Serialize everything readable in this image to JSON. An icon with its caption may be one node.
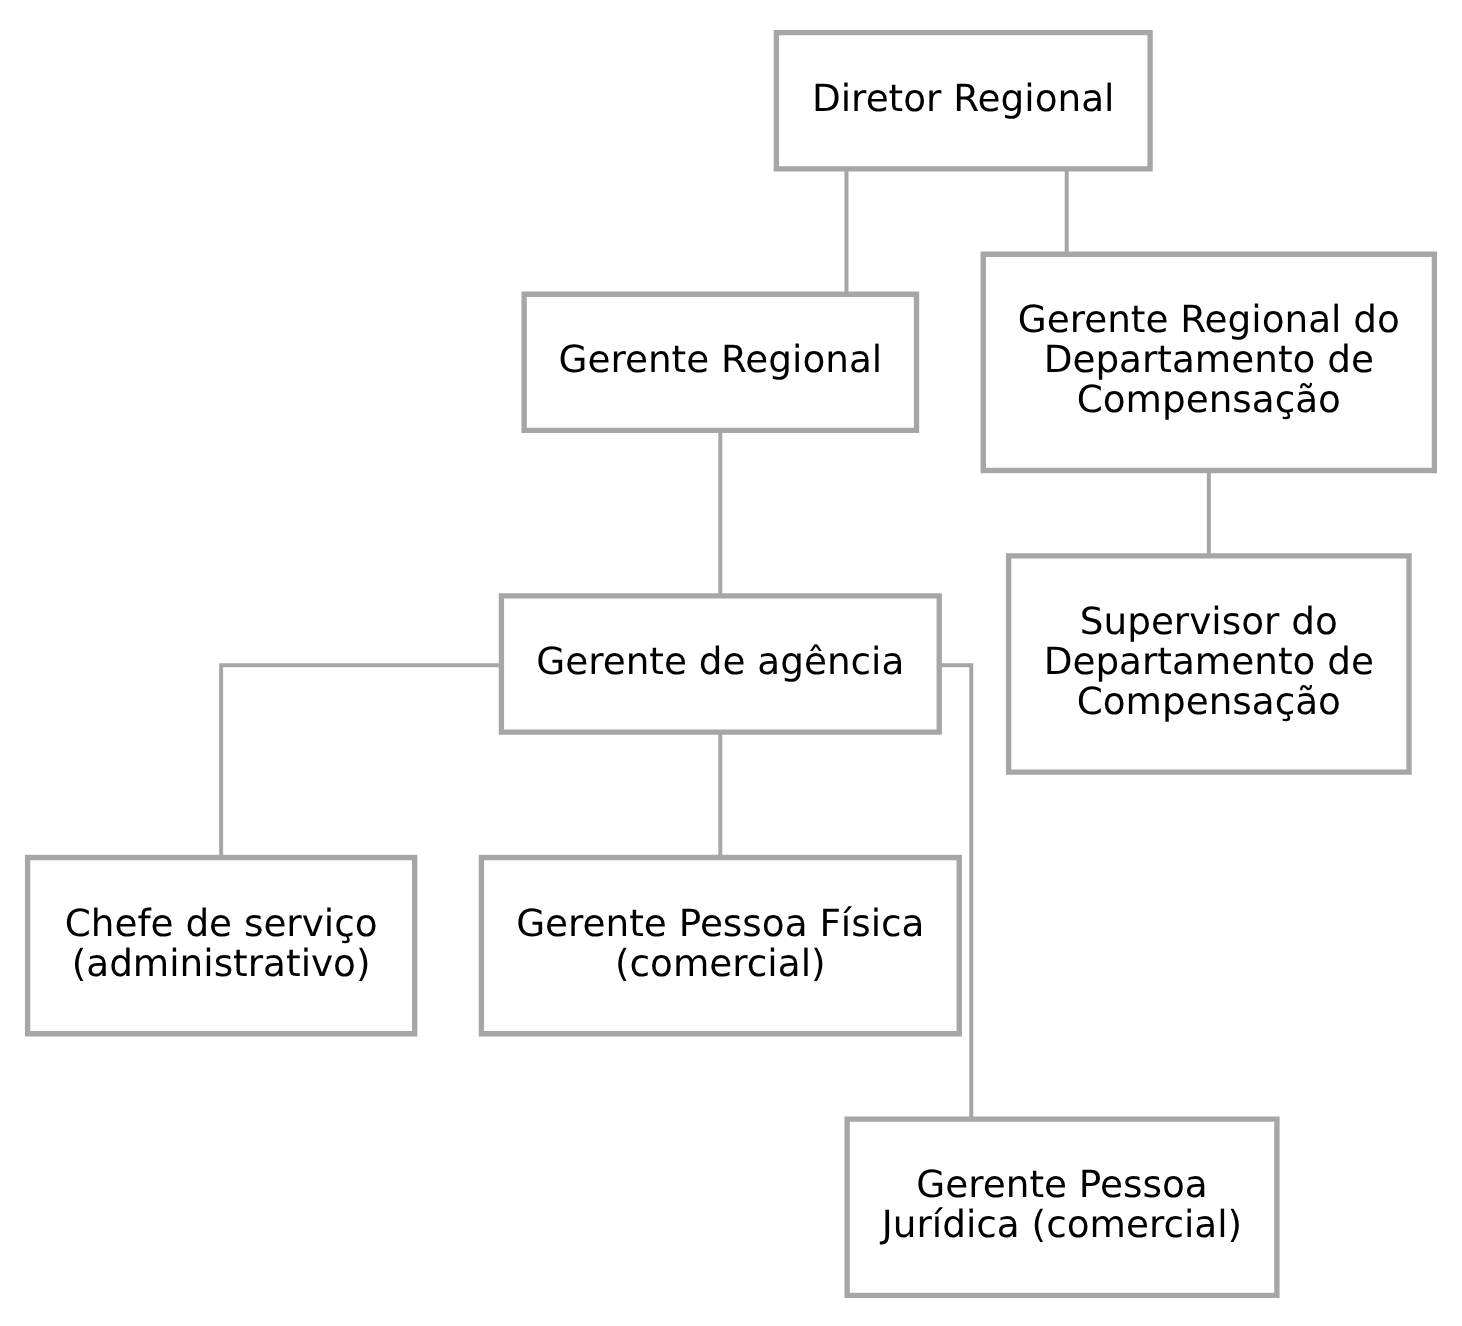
{
  "diagram": {
    "nodes": [
      {
        "text": [
          "Diretor Regional"
        ]
      },
      {
        "text": [
          "Gerente Regional"
        ]
      },
      {
        "text": [
          "Gerente Regional do Departamento de Compensação"
        ]
      },
      {
        "text": [
          "Gerente de agência"
        ]
      },
      {
        "text": [
          "Supervisor do Departamento de Compensação"
        ]
      },
      {
        "text": [
          "Chefe de serviço (administrativo)"
        ]
      },
      {
        "text": [
          "Gerente Pessoa Física (comercial)"
        ]
      },
      {
        "text": [
          "Gerente Pessoa Jurídica (comercial)"
        ]
      }
    ],
    "edges": [
      {
        "from": 0,
        "to": 1,
        "arrow": "none"
      },
      {
        "from": 0,
        "to": 2,
        "arrow": "none"
      },
      {
        "from": 1,
        "to": 3,
        "arrow": "none"
      },
      {
        "from": 2,
        "to": 4,
        "arrow": "none"
      },
      {
        "from": 3,
        "to": 5,
        "arrow": "none"
      },
      {
        "from": 3,
        "to": 6,
        "arrow": "none"
      },
      {
        "from": 3,
        "to": 7,
        "arrow": "none"
      }
    ]
  }
}
